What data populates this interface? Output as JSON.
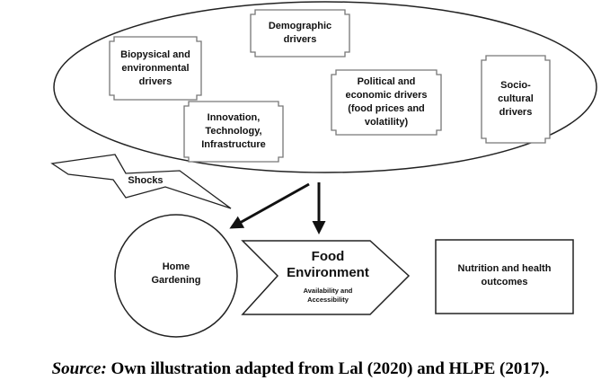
{
  "drivers": {
    "biophysical": "Biopysical and\nenvironmental\ndrivers",
    "demographic": "Demographic\ndrivers",
    "political": "Political and\neconomic drivers\n(food prices and\nvolatility)",
    "sociocultural": "Socio-\ncultural\ndrivers",
    "innovation": "Innovation,\nTechnology,\nInfrastructure"
  },
  "shocks": "Shocks",
  "home_gardening": "Home\nGardening",
  "food_environment": {
    "title": "Food\nEnvironment",
    "subtitle": "Availability and\nAccessibility"
  },
  "outcomes": "Nutrition and health\noutcomes",
  "caption": {
    "source_label": "Source:",
    "text": " Own illustration adapted from Lal (2020) and HLPE (2017)."
  }
}
